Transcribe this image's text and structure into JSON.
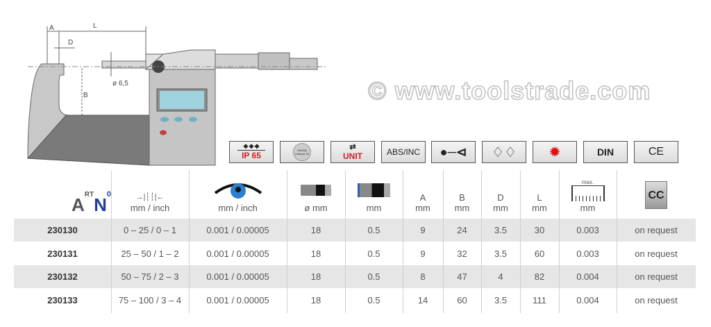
{
  "diagram": {
    "labels": {
      "a": "A",
      "l": "L",
      "d": "D",
      "b": "B",
      "dia": "ø 6,5"
    }
  },
  "features": [
    {
      "icon": "water-drops-icon",
      "label": "IP 65",
      "color": "#d62020"
    },
    {
      "icon": "battery-icon",
      "label": "CR2032 Lithium 3V"
    },
    {
      "icon": "unit-switch-icon",
      "label": "UNIT",
      "color": "#d62020"
    },
    {
      "icon": "abs-inc-icon",
      "label": "ABS/INC"
    },
    {
      "icon": "usb-icon",
      "label": ""
    },
    {
      "icon": "diamond-icon",
      "label": ""
    },
    {
      "icon": "laser-icon",
      "label": "",
      "color": "#e01010"
    },
    {
      "icon": "din-icon",
      "label": "DIN"
    },
    {
      "icon": "ce-icon",
      "label": "CE"
    }
  ],
  "table": {
    "art_no": {
      "a": "A",
      "rt": "RT",
      "n": "N",
      "o": "0"
    },
    "headers": [
      {
        "icon": "range-ruler-icon",
        "unit": "mm / inch"
      },
      {
        "icon": "eye-icon",
        "unit": "mm / inch"
      },
      {
        "icon": "spindle-diameter-icon",
        "unit": "ø mm"
      },
      {
        "icon": "spindle-ratchet-icon",
        "unit": "mm"
      },
      {
        "label": "A",
        "unit": "mm"
      },
      {
        "label": "B",
        "unit": "mm"
      },
      {
        "label": "D",
        "unit": "mm"
      },
      {
        "label": "L",
        "unit": "mm"
      },
      {
        "icon": "max-error-ruler-icon",
        "top": "max.",
        "unit": "mm"
      },
      {
        "icon": "certificate-icon",
        "label": "CC"
      }
    ],
    "rows": [
      [
        "230130",
        "0 – 25 / 0 – 1",
        "0.001 / 0.00005",
        "18",
        "0.5",
        "9",
        "24",
        "3.5",
        "30",
        "0.003",
        "on request"
      ],
      [
        "230131",
        "25 – 50 / 1 – 2",
        "0.001 / 0.00005",
        "18",
        "0.5",
        "9",
        "32",
        "3.5",
        "60",
        "0.003",
        "on request"
      ],
      [
        "230132",
        "50 – 75 / 2 – 3",
        "0.001 / 0.00005",
        "18",
        "0.5",
        "8",
        "47",
        "4",
        "82",
        "0.004",
        "on request"
      ],
      [
        "230133",
        "75 – 100 / 3 – 4",
        "0.001 / 0.00005",
        "18",
        "0.5",
        "14",
        "60",
        "3.5",
        "111",
        "0.004",
        "on request"
      ]
    ]
  },
  "watermark": "© www.toolstrade.com",
  "colors": {
    "row_stripe": "#e6e6e6",
    "accent_blue": "#1f3f9a",
    "lcd": "#9fd3e0"
  }
}
